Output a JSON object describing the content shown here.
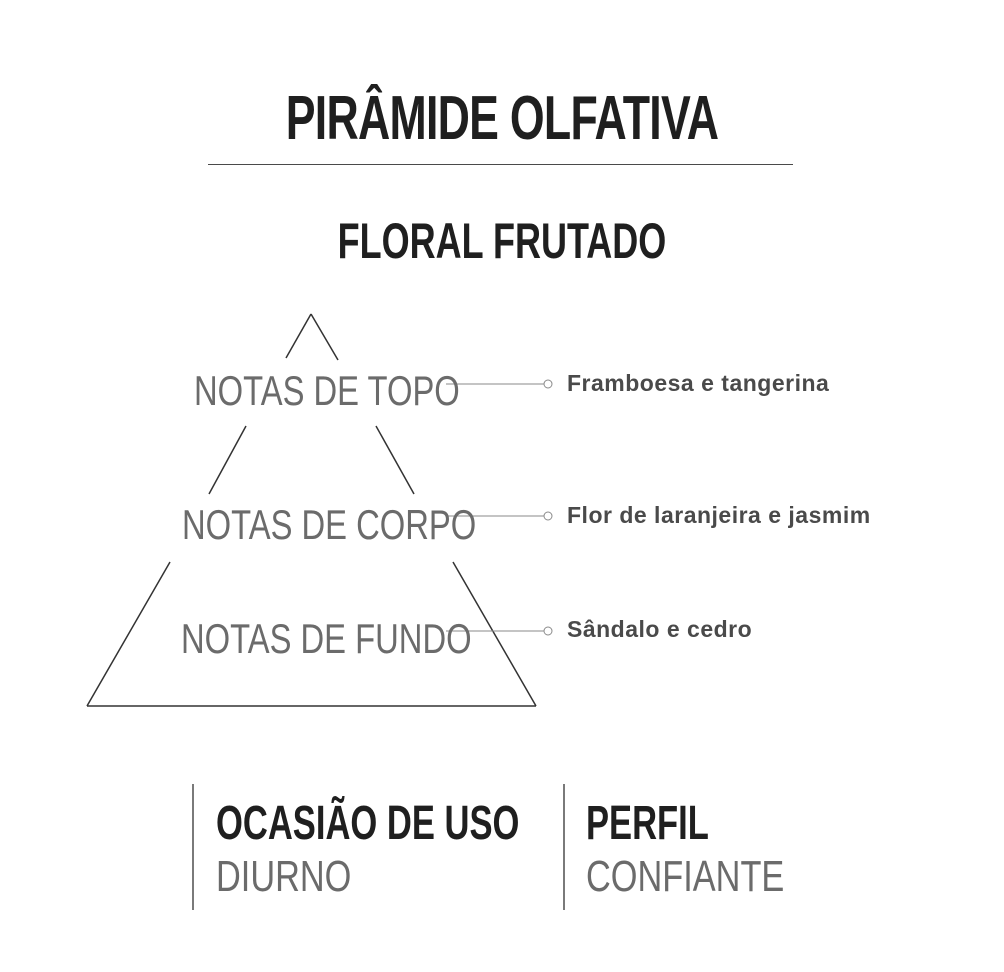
{
  "header": {
    "title": "PIRÂMIDE OLFATIVA",
    "subtitle": "FLORAL FRUTADO"
  },
  "pyramid": {
    "tiers": [
      {
        "label": "NOTAS DE TOPO",
        "note": "Framboesa e tangerina"
      },
      {
        "label": "NOTAS DE CORPO",
        "note": "Flor de laranjeira e jasmim"
      },
      {
        "label": "NOTAS DE FUNDO",
        "note": "Sândalo e cedro"
      }
    ]
  },
  "info": {
    "occasion": {
      "heading": "OCASIÃO DE USO",
      "value": "DIURNO"
    },
    "profile": {
      "heading": "PERFIL",
      "value": "CONFIANTE"
    }
  },
  "colors": {
    "heading": "#1f1f1f",
    "label": "#6b6b6b",
    "note": "#4a4a4a",
    "line": "#333333"
  }
}
